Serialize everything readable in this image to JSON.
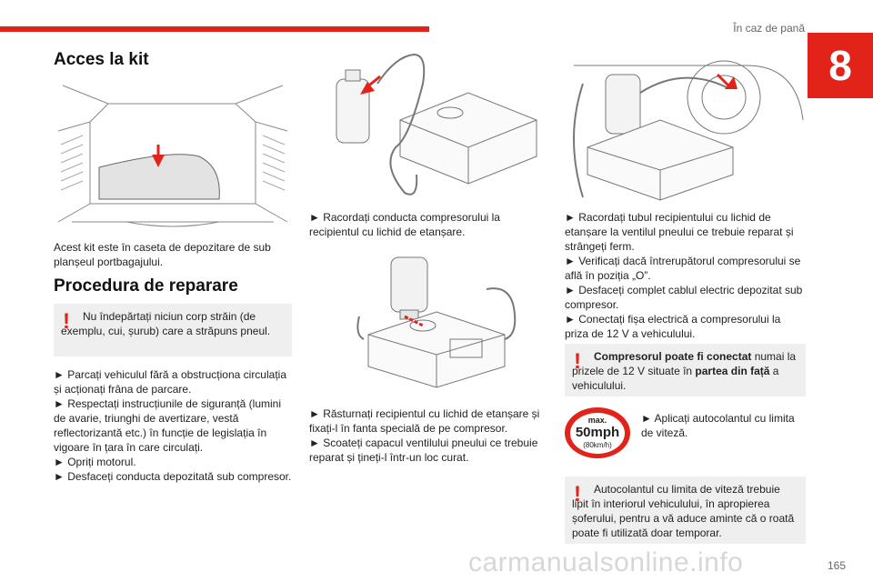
{
  "header": {
    "section_title": "În caz de pană",
    "chapter_number": "8"
  },
  "col1": {
    "kit_heading": "Acces la kit",
    "kit_text": "Acest kit este în caseta de depozitare de sub planșeul portbagajului.",
    "repair_heading": "Procedura de reparare",
    "warning1": "Nu îndepărtați niciun corp străin (de exemplu, cui, șurub) care a străpuns pneul.",
    "steps": [
      "► Parcați vehiculul fără a obstrucționa circulația și acționați frâna de parcare.",
      "► Respectați instrucțiunile de siguranță (lumini de avarie, triunghi de avertizare, vestă reflectorizantă etc.) în funcție de legislația în vigoare în țara în care circulați.",
      "► Opriți motorul.",
      "► Desfaceți conducta depozitată sub compresor."
    ]
  },
  "col2": {
    "step_connect": "► Racordați conducta compresorului la recipientul cu lichid de etanșare.",
    "step_flip": "► Răsturnați recipientul cu lichid de etanșare și fixați-l în fanta specială de pe compresor.",
    "step_cap": "► Scoateți capacul ventilului pneului ce trebuie reparat și țineți-l într-un loc curat."
  },
  "col3": {
    "steps": [
      "► Racordați tubul recipientului cu lichid de etanșare la ventilul pneului ce trebuie reparat și strângeți ferm.",
      "► Verificați dacă întrerupătorul compresorului se află în poziția „O”.",
      "► Desfaceți complet cablul electric depozitat sub compresor.",
      "► Conectați fișa electrică a compresorului la priza de 12 V a vehiculului."
    ],
    "warn2_bold1": "Compresorul poate fi conectat",
    "warn2_text1": " numai la prizele de 12 V situate în ",
    "warn2_bold2": "partea din față",
    "warn2_text2": " a vehiculului.",
    "sticker": {
      "line1": "max.",
      "line2": "50mph",
      "line3": "(80km/h)"
    },
    "step_sticker": "► Aplicați autocolantul cu limita de viteză.",
    "warning3": "Autocolantul cu limita de viteză trebuie lipit în interiorul vehiculului, în apropierea șoferului, pentru a vă aduce aminte că o roată poate fi utilizată doar temporar."
  },
  "footer": {
    "page_number": "165",
    "watermark": "carmanualsonline.info"
  },
  "colors": {
    "accent": "#e2231a",
    "warn_bg": "#efefef"
  }
}
